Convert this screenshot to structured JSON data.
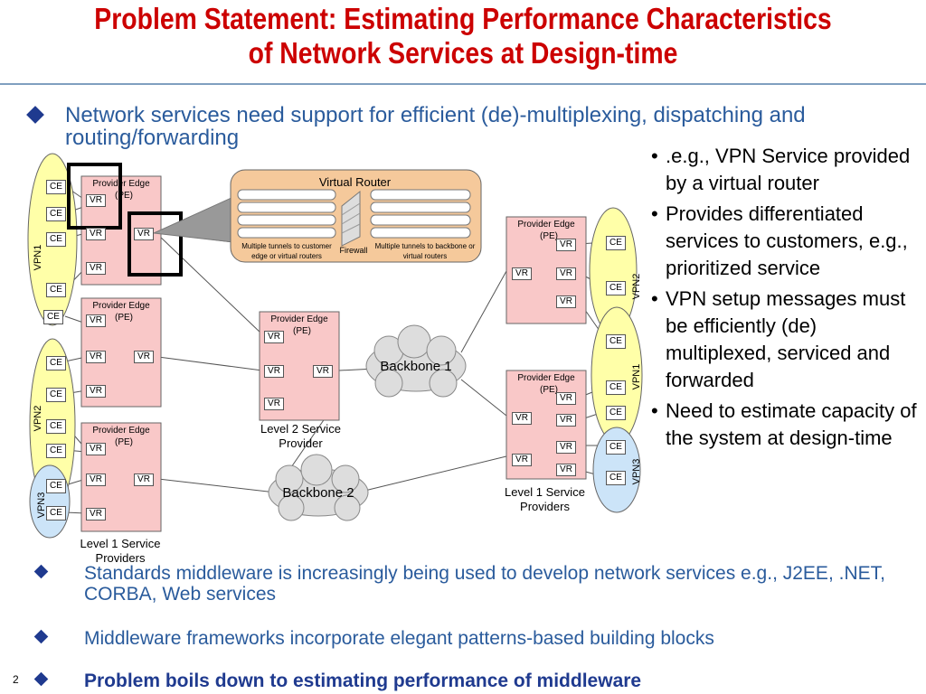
{
  "title": {
    "line1": "Problem Statement: Estimating Performance Characteristics",
    "line2": "of Network Services at Design-time"
  },
  "main_bullet": "Network services need support for efficient (de)-multiplexing, dispatching and routing/forwarding",
  "side_bullets": [
    ".e.g., VPN Service provided by a virtual router",
    "Provides differentiated services to customers, e.g., prioritized service",
    "VPN setup messages must be efficiently (de) multiplexed, serviced and forwarded",
    "Need to estimate capacity of the system at design-time"
  ],
  "bottom_bullets": [
    {
      "text": "Standards middleware is increasingly being used to develop network services e.g., J2EE, .NET, CORBA, Web services"
    },
    {
      "text": "Middleware frameworks incorporate elegant patterns-based building blocks"
    },
    {
      "text": "Problem boils down to estimating performance of middleware"
    }
  ],
  "page_number": "2",
  "diagram": {
    "virtual_router_label": "Virtual Router",
    "tunnels_customer": "Multiple tunnels to customer edge or virtual routers",
    "tunnels_backbone": "Multiple tunnels to backbone or virtual routers",
    "firewall": "Firewall",
    "pe_label": "Provider Edge",
    "pe_sub": "(PE)",
    "vr": "VR",
    "ce": "CE",
    "vpn1": "VPN1",
    "vpn2": "VPN2",
    "vpn3": "VPN3",
    "backbone1": "Backbone 1",
    "backbone2": "Backbone 2",
    "l2_provider": "Level 2 Service Provider",
    "l1_providers_left": "Level 1 Service Providers",
    "l1_providers_right": "Level 1 Service Providers"
  },
  "colors": {
    "title": "#cc0000",
    "bullet_text": "#2a5b9c",
    "pe_fill": "#f9c8c8",
    "vpn_yellow": "#ffffa8",
    "vpn_blue": "#cce4f8",
    "vr_panel": "#f5c99b"
  }
}
